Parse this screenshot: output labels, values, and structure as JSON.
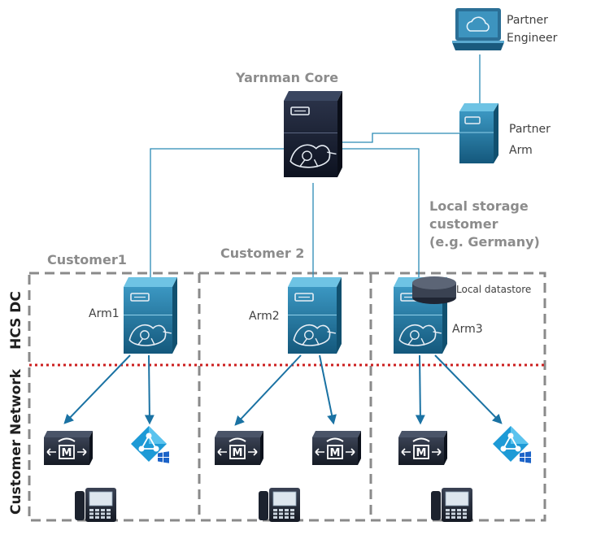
{
  "title": "Yarnman Core",
  "partner_engineer": "Partner\nEngineer",
  "partner_arm": "Partner\nArm",
  "local_storage_caption": "Local storage\ncustomer\n(e.g. Germany)",
  "customers": [
    {
      "name": "Customer1",
      "arm": "Arm1"
    },
    {
      "name": "Customer 2",
      "arm": "Arm2"
    },
    {
      "name": "",
      "arm": "Arm3"
    }
  ],
  "local_datastore": "Local datastore",
  "zones": {
    "dc": "HCS DC",
    "network": "Customer Network"
  },
  "colors": {
    "link": "#2a8ab5",
    "arrow": "#1a72a3",
    "server_dark": "#151d2e",
    "server_teal": "#2b7fa6",
    "boundary_dashed": "#8a8a8a",
    "separator_dotted": "#cc1f1f",
    "azure_blue": "#1d9ad6",
    "windows_blue": "#1c63c8"
  }
}
